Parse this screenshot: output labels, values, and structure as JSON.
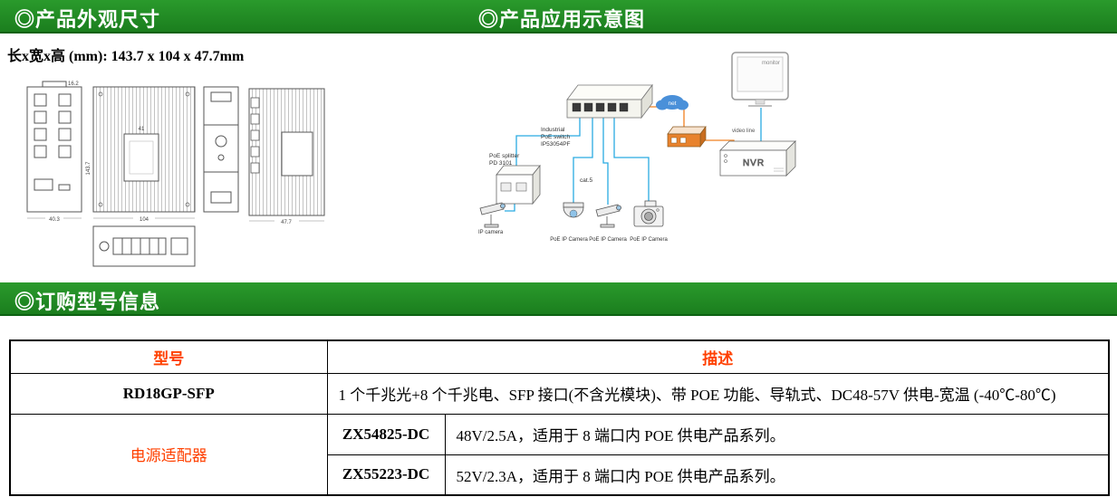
{
  "colors": {
    "header_green": "#1e8a1e",
    "table_red": "#ff4000",
    "line_cyan": "#29abe2",
    "line_orange": "#f08020",
    "cloud_blue": "#4a90d9"
  },
  "sections": {
    "appearance": {
      "title": "◎产品外观尺寸",
      "dimensions_line": "长x宽x高 (mm): 143.7 x 104 x 47.7mm",
      "drawing_dims": {
        "d16_2": "16.2",
        "d40_3": "40.3",
        "d104": "104",
        "d47_7": "47.7",
        "d143_7": "143.7",
        "d41": "41"
      }
    },
    "application": {
      "title": "◎产品应用示意图",
      "labels": {
        "switch_line1": "Industrial",
        "switch_line2": "PoE switch",
        "switch_line3": "IP53054PF",
        "net": "net",
        "monitor": "monitor",
        "video_line": "video line",
        "nvr": "NVR",
        "splitter_line1": "PoE splitter",
        "splitter_line2": "PD 3101",
        "ip_camera": "IP camera",
        "cat5": "cat.5",
        "poe_cam1": "PoE IP Camera",
        "poe_cam2": "PoE IP Camera",
        "poe_cam3": "PoE IP Camera"
      }
    },
    "ordering": {
      "title": "◎订购型号信息",
      "table": {
        "col_model": "型号",
        "col_desc": "描述",
        "row1_model": "RD18GP-SFP",
        "row1_desc": "1 个千兆光+8 个千兆电、SFP 接口(不含光模块)、带 POE 功能、导轨式、DC48-57V 供电-宽温 (-40℃-80℃)",
        "group_model": "电源适配器",
        "row2_sub": "ZX54825-DC",
        "row2_desc": "48V/2.5A，适用于 8 端口内 POE 供电产品系列。",
        "row3_sub": "ZX55223-DC",
        "row3_desc": "52V/2.3A，适用于 8 端口内 POE 供电产品系列。"
      }
    }
  }
}
